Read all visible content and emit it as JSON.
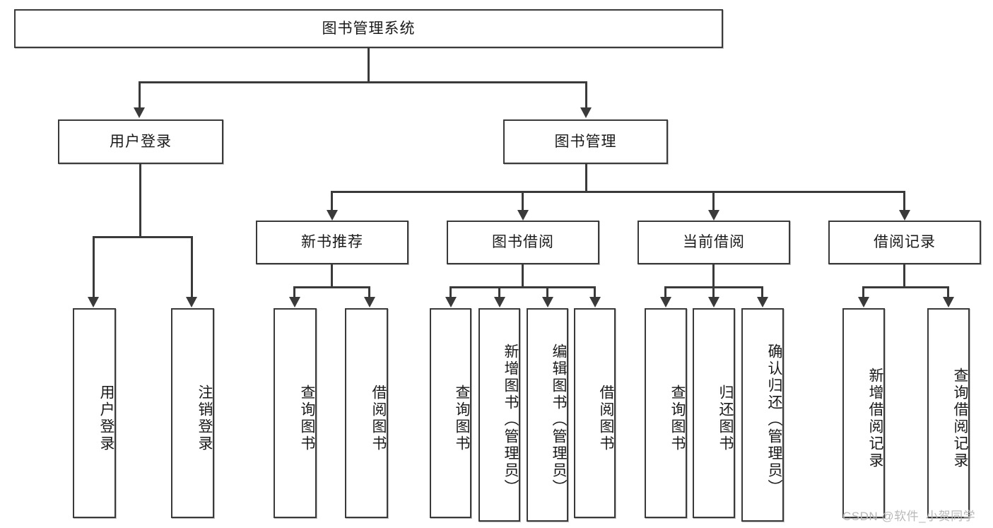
{
  "diagram": {
    "title": "图书管理系统",
    "watermark": "CSDN @软件_小贺同学",
    "root": {
      "label": "图书管理系统"
    },
    "level2": [
      {
        "label": "用户登录"
      },
      {
        "label": "图书管理"
      }
    ],
    "level3": [
      {
        "label": "新书推荐"
      },
      {
        "label": "图书借阅"
      },
      {
        "label": "当前借阅"
      },
      {
        "label": "借阅记录"
      }
    ],
    "leaves": {
      "user_login": [
        {
          "label": "用户登录"
        },
        {
          "label": "注销登录"
        }
      ],
      "new_book_recommend": [
        {
          "label": "查询图书"
        },
        {
          "label": "借阅图书"
        }
      ],
      "book_borrow": [
        {
          "label": "查询图书"
        },
        {
          "label": "新增图书（管理员）"
        },
        {
          "label": "编辑图书（管理员）"
        },
        {
          "label": "借阅图书"
        }
      ],
      "current_borrow": [
        {
          "label": "查询图书"
        },
        {
          "label": "归还图书"
        },
        {
          "label": "确认归还（管理员）"
        }
      ],
      "borrow_record": [
        {
          "label": "新增借阅记录"
        },
        {
          "label": "查询借阅记录"
        }
      ]
    },
    "colors": {
      "stroke": "#3a3a3a",
      "fill": "#ffffff",
      "text": "#1a1a1a",
      "watermark": "#b9b9b9"
    }
  }
}
